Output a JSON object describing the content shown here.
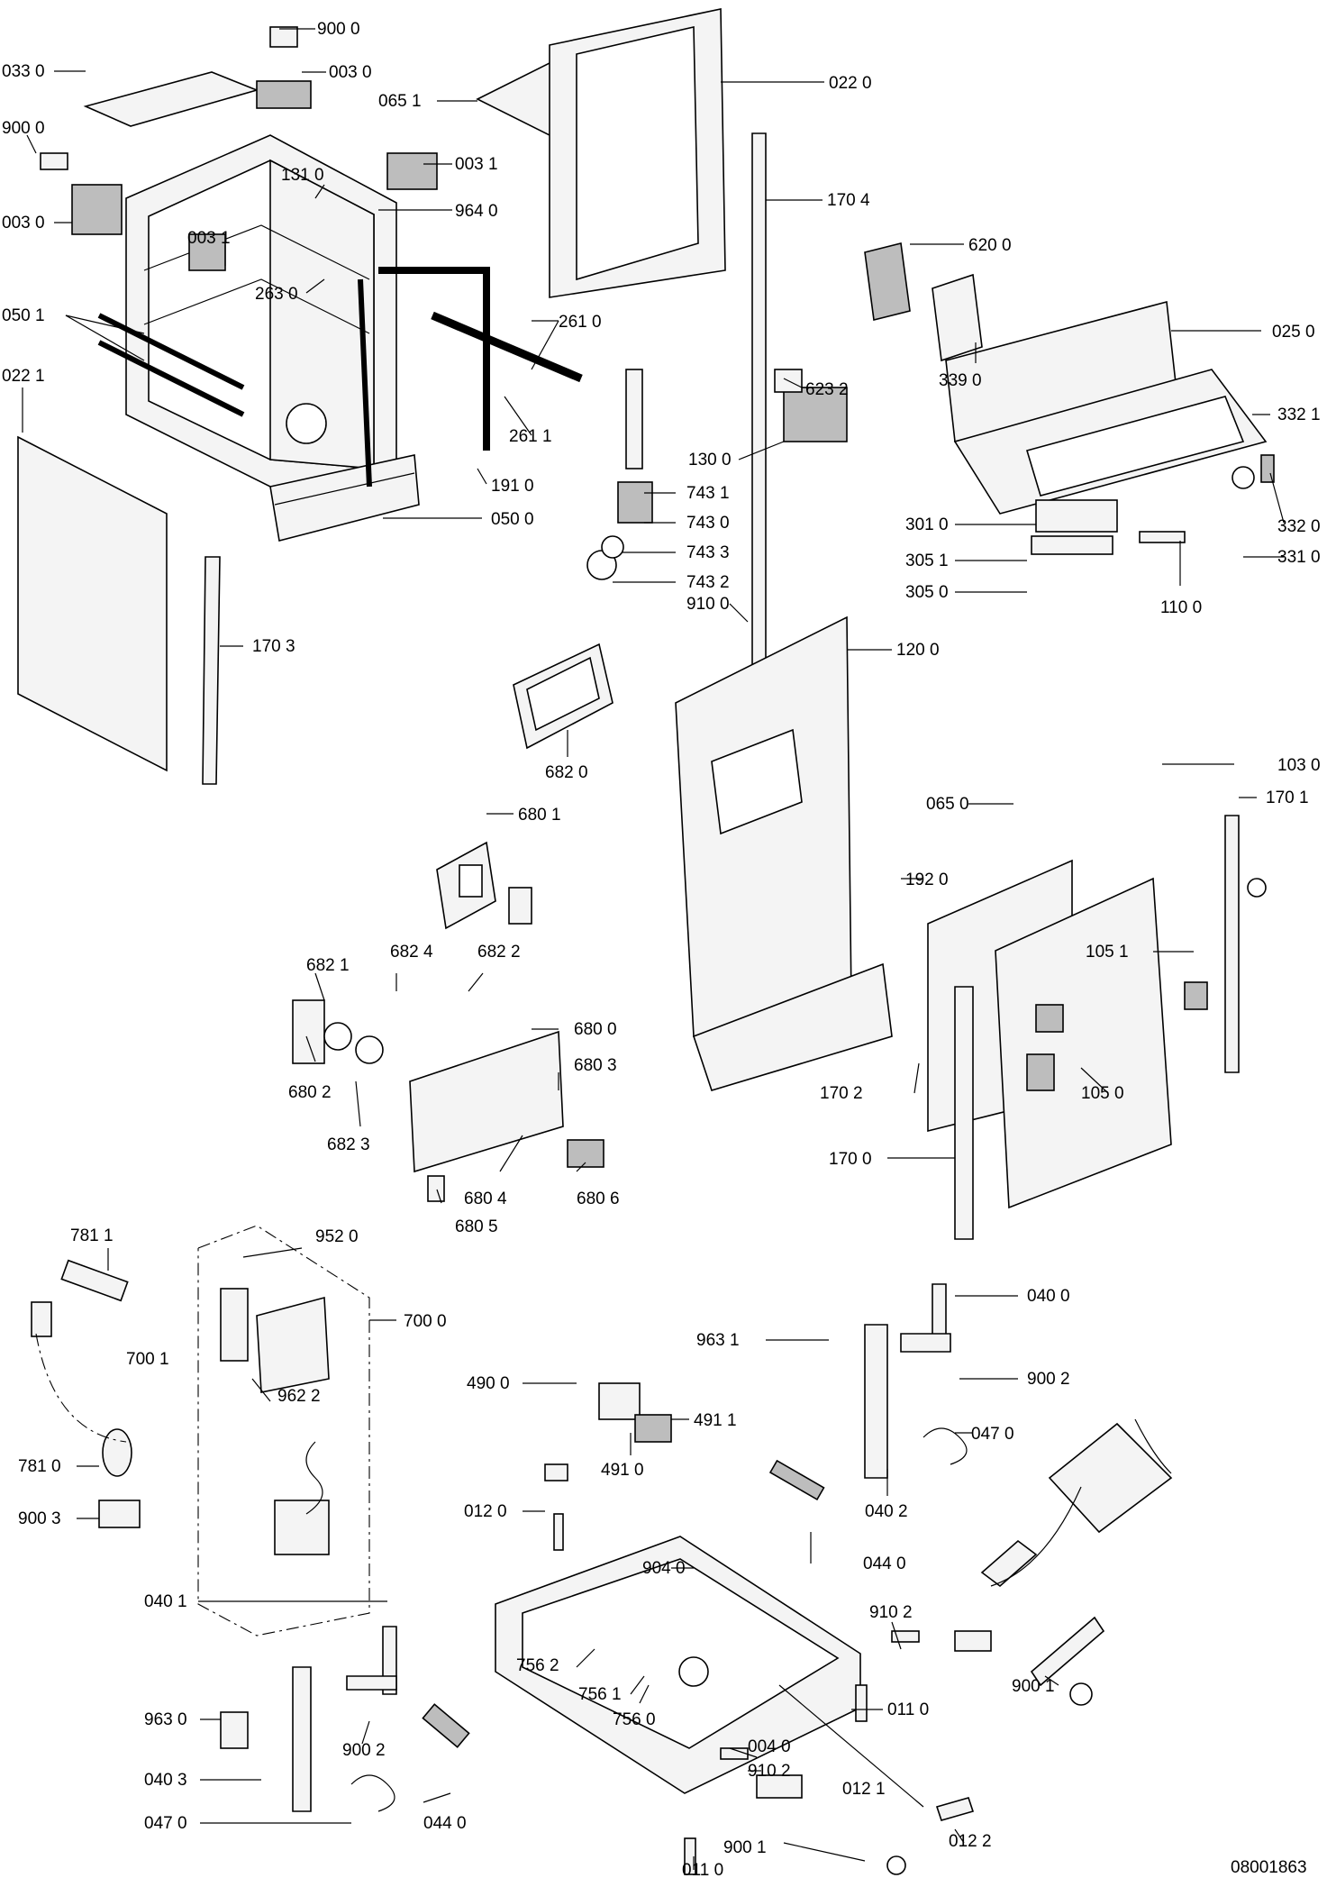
{
  "drawing_number": "08001863",
  "callouts": [
    {
      "label": "900 0"
    },
    {
      "label": "033 0"
    },
    {
      "label": "003 0"
    },
    {
      "label": "065 1"
    },
    {
      "label": "022 0"
    },
    {
      "label": "900 0"
    },
    {
      "label": "003 1"
    },
    {
      "label": "131 0"
    },
    {
      "label": "003 0"
    },
    {
      "label": "964 0"
    },
    {
      "label": "170 4"
    },
    {
      "label": "003 1"
    },
    {
      "label": "620 0"
    },
    {
      "label": "263 0"
    },
    {
      "label": "050 1"
    },
    {
      "label": "261 0"
    },
    {
      "label": "025 0"
    },
    {
      "label": "022 1"
    },
    {
      "label": "623 2"
    },
    {
      "label": "339 0"
    },
    {
      "label": "261 1"
    },
    {
      "label": "332 1"
    },
    {
      "label": "130 0"
    },
    {
      "label": "191 0"
    },
    {
      "label": "743 1"
    },
    {
      "label": "050 0"
    },
    {
      "label": "743 0"
    },
    {
      "label": "301 0"
    },
    {
      "label": "332 0"
    },
    {
      "label": "743 3"
    },
    {
      "label": "305 1"
    },
    {
      "label": "331 0"
    },
    {
      "label": "743 2"
    },
    {
      "label": "305 0"
    },
    {
      "label": "910 0"
    },
    {
      "label": "110 0"
    },
    {
      "label": "170 3"
    },
    {
      "label": "120 0"
    },
    {
      "label": "682 0"
    },
    {
      "label": "103 0"
    },
    {
      "label": "065 0"
    },
    {
      "label": "170 1"
    },
    {
      "label": "680 1"
    },
    {
      "label": "192 0"
    },
    {
      "label": "682 1"
    },
    {
      "label": "682 4"
    },
    {
      "label": "682 2"
    },
    {
      "label": "105 1"
    },
    {
      "label": "680 0"
    },
    {
      "label": "680 3"
    },
    {
      "label": "680 2"
    },
    {
      "label": "170 2"
    },
    {
      "label": "105 0"
    },
    {
      "label": "682 3"
    },
    {
      "label": "170 0"
    },
    {
      "label": "680 4"
    },
    {
      "label": "680 6"
    },
    {
      "label": "680 5"
    },
    {
      "label": "781 1"
    },
    {
      "label": "952 0"
    },
    {
      "label": "700 0"
    },
    {
      "label": "700 1"
    },
    {
      "label": "040 0"
    },
    {
      "label": "963 1"
    },
    {
      "label": "962 2"
    },
    {
      "label": "900 2"
    },
    {
      "label": "490 0"
    },
    {
      "label": "491 1"
    },
    {
      "label": "047 0"
    },
    {
      "label": "781 0"
    },
    {
      "label": "491 0"
    },
    {
      "label": "040 2"
    },
    {
      "label": "012 0"
    },
    {
      "label": "900 3"
    },
    {
      "label": "044 0"
    },
    {
      "label": "904 0"
    },
    {
      "label": "910 2"
    },
    {
      "label": "040 1"
    },
    {
      "label": "756 2"
    },
    {
      "label": "900 1"
    },
    {
      "label": "756 1"
    },
    {
      "label": "011 0"
    },
    {
      "label": "963 0"
    },
    {
      "label": "900 2"
    },
    {
      "label": "756 0"
    },
    {
      "label": "004 0"
    },
    {
      "label": "040 3"
    },
    {
      "label": "910 2"
    },
    {
      "label": "012 1"
    },
    {
      "label": "047 0"
    },
    {
      "label": "044 0"
    },
    {
      "label": "012 2"
    },
    {
      "label": "900 1"
    },
    {
      "label": "011 0"
    }
  ]
}
